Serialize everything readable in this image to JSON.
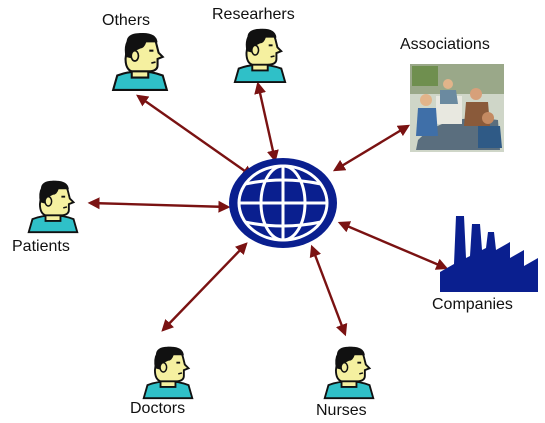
{
  "diagram": {
    "hub": {
      "icon": "globe-icon"
    },
    "nodes": {
      "others": {
        "label": "Others",
        "icon": "person-icon"
      },
      "researchers": {
        "label": "Researhers",
        "icon": "person-icon"
      },
      "associations": {
        "label": "Associations",
        "icon": "meeting-photo-icon"
      },
      "patients": {
        "label": "Patients",
        "icon": "person-icon"
      },
      "companies": {
        "label": "Companies",
        "icon": "factory-icon"
      },
      "doctors": {
        "label": "Doctors",
        "icon": "person-icon"
      },
      "nurses": {
        "label": "Nurses",
        "icon": "person-icon"
      }
    },
    "edge_style": "bidirectional arrow",
    "colors": {
      "arrow": "#7a1212",
      "globe": "#0a1f8f",
      "factory": "#0a1f8f",
      "collar": "#2fc0c8",
      "skin": "#f5f0a0",
      "hair": "#111111"
    }
  }
}
